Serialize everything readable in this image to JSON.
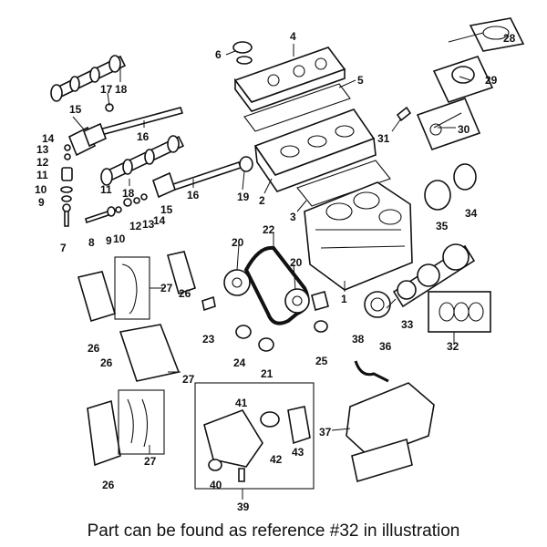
{
  "caption": "Part can be found as reference #32 in illustration",
  "references": [
    {
      "label": "1"
    },
    {
      "label": "2"
    },
    {
      "label": "3"
    },
    {
      "label": "4"
    },
    {
      "label": "5"
    },
    {
      "label": "6"
    },
    {
      "label": "7"
    },
    {
      "label": "8"
    },
    {
      "label": "9"
    },
    {
      "label": "10"
    },
    {
      "label": "10"
    },
    {
      "label": "11"
    },
    {
      "label": "11"
    },
    {
      "label": "12"
    },
    {
      "label": "12"
    },
    {
      "label": "13"
    },
    {
      "label": "13"
    },
    {
      "label": "14"
    },
    {
      "label": "14"
    },
    {
      "label": "15"
    },
    {
      "label": "15"
    },
    {
      "label": "16"
    },
    {
      "label": "16"
    },
    {
      "label": "17"
    },
    {
      "label": "18"
    },
    {
      "label": "18"
    },
    {
      "label": "19"
    },
    {
      "label": "20"
    },
    {
      "label": "20"
    },
    {
      "label": "21"
    },
    {
      "label": "22"
    },
    {
      "label": "23"
    },
    {
      "label": "24"
    },
    {
      "label": "25"
    },
    {
      "label": "26"
    },
    {
      "label": "26"
    },
    {
      "label": "26"
    },
    {
      "label": "26"
    },
    {
      "label": "27"
    },
    {
      "label": "27"
    },
    {
      "label": "27"
    },
    {
      "label": "28"
    },
    {
      "label": "29"
    },
    {
      "label": "30"
    },
    {
      "label": "31"
    },
    {
      "label": "32"
    },
    {
      "label": "33"
    },
    {
      "label": "34"
    },
    {
      "label": "35"
    },
    {
      "label": "36"
    },
    {
      "label": "37"
    },
    {
      "label": "38"
    },
    {
      "label": "39"
    },
    {
      "label": "40"
    },
    {
      "label": "41"
    },
    {
      "label": "42"
    },
    {
      "label": "43"
    },
    {
      "label": "9"
    }
  ]
}
